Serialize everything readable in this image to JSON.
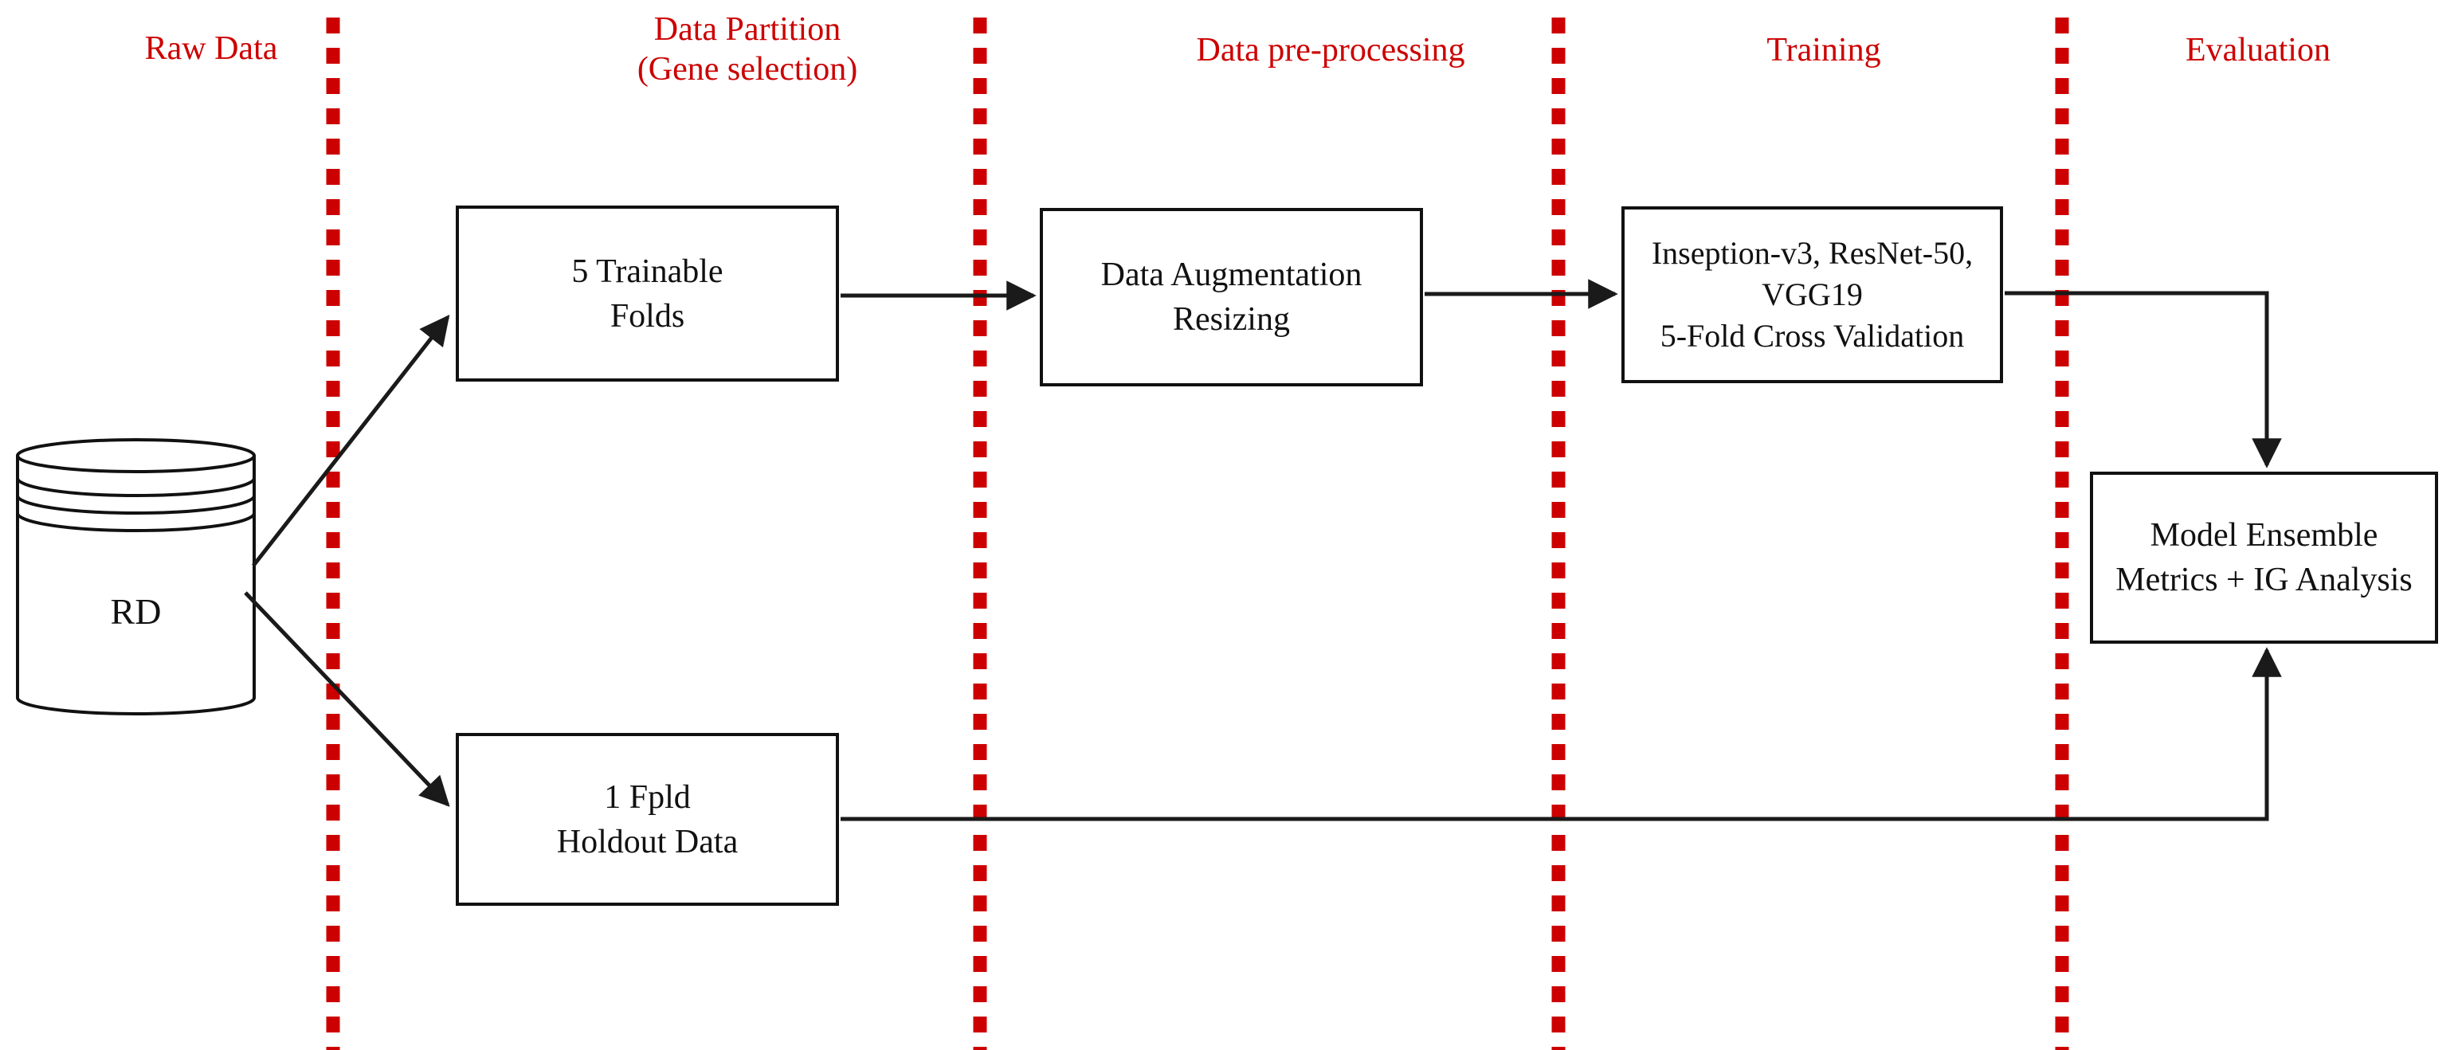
{
  "colors": {
    "stage_label_red": "#cc0000",
    "divider_red": "#cc0000",
    "line_black": "#1a1a1a"
  },
  "stages": [
    {
      "label": "Raw Data"
    },
    {
      "label": "Data Partition",
      "sub": "(Gene selection)"
    },
    {
      "label": "Data pre-processing"
    },
    {
      "label": "Training"
    },
    {
      "label": "Evaluation"
    }
  ],
  "database": {
    "label": "RD"
  },
  "nodes": [
    {
      "id": "trainable-folds",
      "lines": [
        "5 Trainable",
        "Folds"
      ]
    },
    {
      "id": "holdout-data",
      "lines": [
        "1 Fpld",
        "Holdout Data"
      ]
    },
    {
      "id": "data-augmentation",
      "lines": [
        "Data Augmentation",
        "Resizing"
      ]
    },
    {
      "id": "training-models",
      "lines": [
        "Inseption-v3, ResNet-50,",
        "VGG19",
        "5-Fold Cross Validation"
      ]
    },
    {
      "id": "model-ensemble",
      "lines": [
        "Model Ensemble",
        "Metrics + IG Analysis"
      ]
    }
  ]
}
